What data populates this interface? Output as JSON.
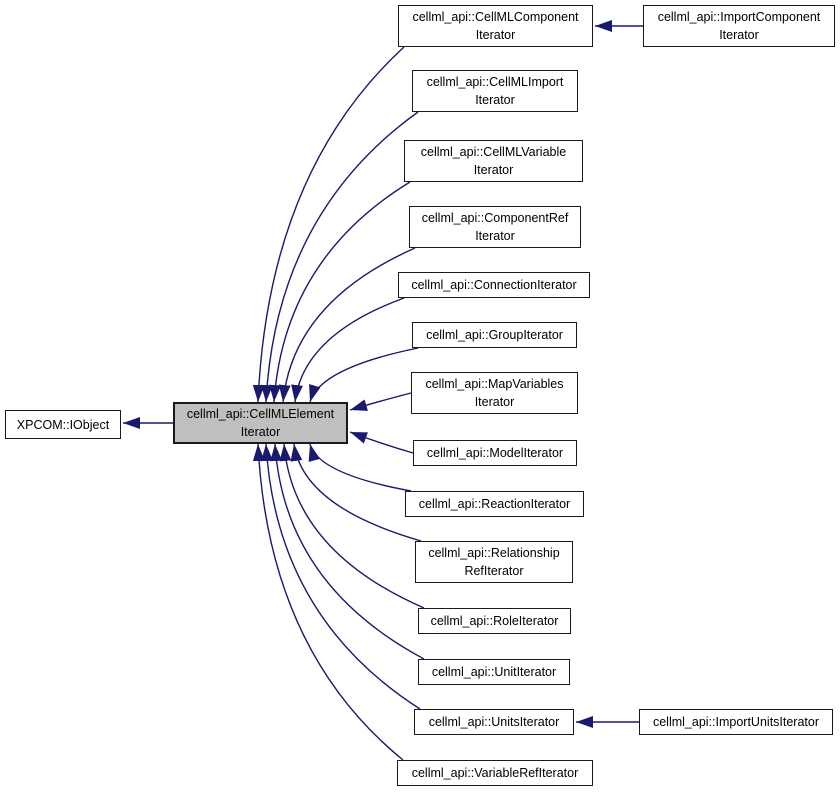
{
  "diagram": {
    "kind": "class-inheritance-diagram",
    "colors": {
      "background": "#ffffff",
      "edge": "#191970",
      "node_fill": "#ffffff",
      "node_border": "#1a1a1a",
      "highlight_fill": "#bfbfbf",
      "text": "#000000"
    },
    "nodes": {
      "xpcom_iobject": {
        "label": "XPCOM::IObject"
      },
      "cellml_element_iterator": {
        "label": "cellml_api::CellMLElement\nIterator",
        "highlighted": true
      },
      "cellml_component_iterator": {
        "label": "cellml_api::CellMLComponent\nIterator"
      },
      "import_component_iterator": {
        "label": "cellml_api::ImportComponent\nIterator"
      },
      "cellml_import_iterator": {
        "label": "cellml_api::CellMLImport\nIterator"
      },
      "cellml_variable_iterator": {
        "label": "cellml_api::CellMLVariable\nIterator"
      },
      "component_ref_iterator": {
        "label": "cellml_api::ComponentRef\nIterator"
      },
      "connection_iterator": {
        "label": "cellml_api::ConnectionIterator"
      },
      "group_iterator": {
        "label": "cellml_api::GroupIterator"
      },
      "map_variables_iterator": {
        "label": "cellml_api::MapVariables\nIterator"
      },
      "model_iterator": {
        "label": "cellml_api::ModelIterator"
      },
      "reaction_iterator": {
        "label": "cellml_api::ReactionIterator"
      },
      "relationship_ref_iterator": {
        "label": "cellml_api::Relationship\nRefIterator"
      },
      "role_iterator": {
        "label": "cellml_api::RoleIterator"
      },
      "unit_iterator": {
        "label": "cellml_api::UnitIterator"
      },
      "units_iterator": {
        "label": "cellml_api::UnitsIterator"
      },
      "import_units_iterator": {
        "label": "cellml_api::ImportUnitsIterator"
      },
      "variable_ref_iterator": {
        "label": "cellml_api::VariableRefIterator"
      }
    },
    "edges": [
      {
        "derived": "cellml_api::CellMLElementIterator",
        "base": "XPCOM::IObject"
      },
      {
        "derived": "cellml_api::CellMLComponentIterator",
        "base": "cellml_api::CellMLElementIterator"
      },
      {
        "derived": "cellml_api::CellMLImportIterator",
        "base": "cellml_api::CellMLElementIterator"
      },
      {
        "derived": "cellml_api::CellMLVariableIterator",
        "base": "cellml_api::CellMLElementIterator"
      },
      {
        "derived": "cellml_api::ComponentRefIterator",
        "base": "cellml_api::CellMLElementIterator"
      },
      {
        "derived": "cellml_api::ConnectionIterator",
        "base": "cellml_api::CellMLElementIterator"
      },
      {
        "derived": "cellml_api::GroupIterator",
        "base": "cellml_api::CellMLElementIterator"
      },
      {
        "derived": "cellml_api::MapVariablesIterator",
        "base": "cellml_api::CellMLElementIterator"
      },
      {
        "derived": "cellml_api::ModelIterator",
        "base": "cellml_api::CellMLElementIterator"
      },
      {
        "derived": "cellml_api::ReactionIterator",
        "base": "cellml_api::CellMLElementIterator"
      },
      {
        "derived": "cellml_api::RelationshipRefIterator",
        "base": "cellml_api::CellMLElementIterator"
      },
      {
        "derived": "cellml_api::RoleIterator",
        "base": "cellml_api::CellMLElementIterator"
      },
      {
        "derived": "cellml_api::UnitIterator",
        "base": "cellml_api::CellMLElementIterator"
      },
      {
        "derived": "cellml_api::UnitsIterator",
        "base": "cellml_api::CellMLElementIterator"
      },
      {
        "derived": "cellml_api::VariableRefIterator",
        "base": "cellml_api::CellMLElementIterator"
      },
      {
        "derived": "cellml_api::ImportComponentIterator",
        "base": "cellml_api::CellMLComponentIterator"
      },
      {
        "derived": "cellml_api::ImportUnitsIterator",
        "base": "cellml_api::UnitsIterator"
      }
    ]
  }
}
